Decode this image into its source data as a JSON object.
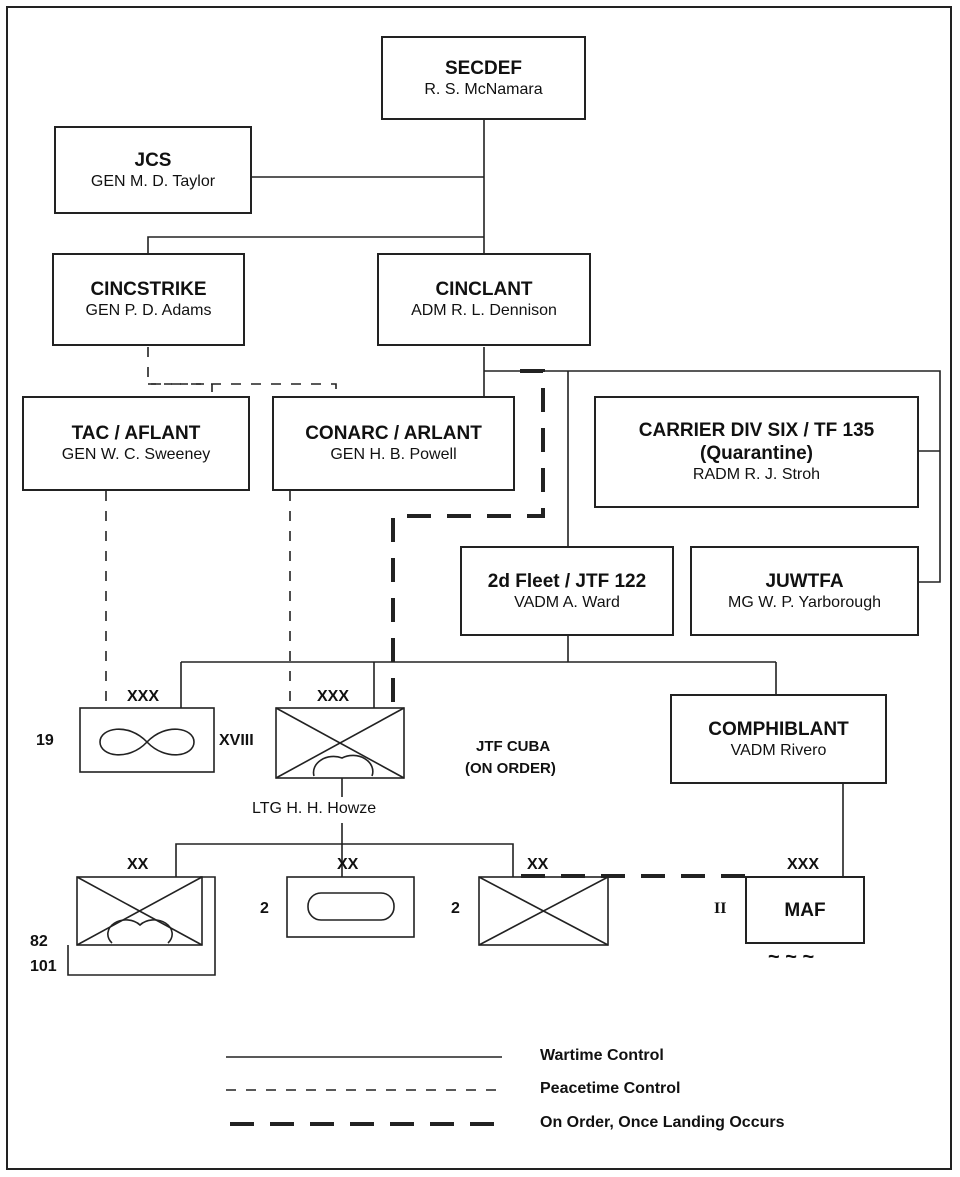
{
  "commands": {
    "secdef": {
      "title": "SECDEF",
      "name": "R. S. McNamara"
    },
    "jcs": {
      "title": "JCS",
      "name": "GEN M. D. Taylor"
    },
    "cincstrike": {
      "title": "CINCSTRIKE",
      "name": "GEN P. D. Adams"
    },
    "cinclant": {
      "title": "CINCLANT",
      "name": "ADM R. L. Dennison"
    },
    "tac_aflant": {
      "title": "TAC / AFLANT",
      "name": "GEN W. C. Sweeney"
    },
    "conarc_arlant": {
      "title": "CONARC / ARLANT",
      "name": "GEN H. B. Powell"
    },
    "carrier_div": {
      "title": "CARRIER DIV SIX / TF 135",
      "subtitle": "(Quarantine)",
      "name": "RADM R. J. Stroh"
    },
    "fleet2": {
      "title": "2d Fleet / JTF 122",
      "name": "VADM A. Ward"
    },
    "juwtfa": {
      "title": "JUWTFA",
      "name": "MG W. P. Yarborough"
    },
    "comphiblant": {
      "title": "COMPHIBLANT",
      "name": "VADM Rivero"
    },
    "maf": {
      "title": "MAF"
    }
  },
  "units": {
    "af19": {
      "echelon": "XXX",
      "number": "19"
    },
    "corps18": {
      "echelon": "XXX",
      "number": "XVIII",
      "commander": "LTG H. H. Howze"
    },
    "jtf_cuba": {
      "line1": "JTF CUBA",
      "line2": "(ON ORDER)"
    },
    "airborne": {
      "echelon": "XX",
      "number1": "82",
      "number2": "101"
    },
    "armor": {
      "echelon": "XX",
      "number": "2"
    },
    "infantry": {
      "echelon": "XX",
      "number": "2"
    },
    "maf": {
      "echelon": "XXX",
      "number": "II",
      "waves": "~ ~ ~"
    }
  },
  "legend": {
    "wartime": "Wartime Control",
    "peacetime": "Peacetime Control",
    "on_order": "On Order, Once Landing Occurs"
  }
}
